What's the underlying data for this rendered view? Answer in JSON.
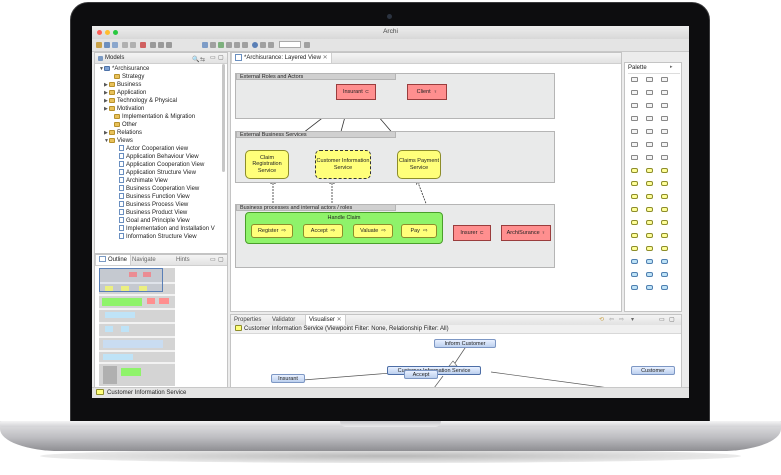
{
  "window": {
    "title": "Archi"
  },
  "toolbar": {
    "zoom_value": ""
  },
  "models": {
    "tab_label": "Models",
    "root": "*Archisurance",
    "items": [
      {
        "label": "Strategy",
        "kind": "folder",
        "indent": 2,
        "twisty": ""
      },
      {
        "label": "Business",
        "kind": "folder",
        "indent": 1,
        "twisty": "▶"
      },
      {
        "label": "Application",
        "kind": "folder",
        "indent": 1,
        "twisty": "▶"
      },
      {
        "label": "Technology & Physical",
        "kind": "folder",
        "indent": 1,
        "twisty": "▶"
      },
      {
        "label": "Motivation",
        "kind": "folder",
        "indent": 1,
        "twisty": "▶"
      },
      {
        "label": "Implementation & Migration",
        "kind": "folder",
        "indent": 2,
        "twisty": ""
      },
      {
        "label": "Other",
        "kind": "folder",
        "indent": 2,
        "twisty": ""
      },
      {
        "label": "Relations",
        "kind": "folder",
        "indent": 1,
        "twisty": "▶"
      },
      {
        "label": "Views",
        "kind": "folder",
        "indent": 1,
        "twisty": "▼"
      },
      {
        "label": "Actor Cooperation view",
        "kind": "view",
        "indent": 3,
        "twisty": ""
      },
      {
        "label": "Application Behaviour View",
        "kind": "view",
        "indent": 3,
        "twisty": ""
      },
      {
        "label": "Application Cooperation View",
        "kind": "view",
        "indent": 3,
        "twisty": ""
      },
      {
        "label": "Application Structure View",
        "kind": "view",
        "indent": 3,
        "twisty": ""
      },
      {
        "label": "Archimate View",
        "kind": "view",
        "indent": 3,
        "twisty": ""
      },
      {
        "label": "Business Cooperation View",
        "kind": "view",
        "indent": 3,
        "twisty": ""
      },
      {
        "label": "Business Function View",
        "kind": "view",
        "indent": 3,
        "twisty": ""
      },
      {
        "label": "Business Process View",
        "kind": "view",
        "indent": 3,
        "twisty": ""
      },
      {
        "label": "Business Product View",
        "kind": "view",
        "indent": 3,
        "twisty": ""
      },
      {
        "label": "Goal and Principle View",
        "kind": "view",
        "indent": 3,
        "twisty": ""
      },
      {
        "label": "Implementation and Installation V",
        "kind": "view",
        "indent": 3,
        "twisty": ""
      },
      {
        "label": "Information Structure View",
        "kind": "view",
        "indent": 3,
        "twisty": ""
      }
    ]
  },
  "outline_tabs": {
    "outline": "Outline",
    "navigate": "Navigate",
    "hints": "Hints"
  },
  "editor": {
    "tab_label": "*Archisurance: Layered View",
    "groups": {
      "roles": "External Roles and Actors",
      "services": "External Business Services",
      "processes": "Business processes and internal actors / roles"
    },
    "elements": {
      "insurant": "Insurant",
      "client": "Client",
      "claim_reg": "Claim Registration Service",
      "cust_info": "Customer Information Service",
      "claims_pay": "Claims Payment Service",
      "handle_claim": "Handle Claim",
      "register": "Register",
      "accept": "Accept",
      "valuate": "Valuate",
      "pay": "Pay",
      "insurer": "Insurer",
      "archisurance": "ArchiSurance"
    }
  },
  "palette": {
    "title": "Palette"
  },
  "bottom_tabs": {
    "properties": "Properties",
    "validator": "Validator",
    "visualiser": "Visualiser"
  },
  "visualiser": {
    "header": "Customer Information Service (Viewpoint Filter: None, Relationship Filter: All)",
    "nodes": {
      "inform_customer": "Inform Customer",
      "cust_info": "Customer Information Service",
      "insurant": "Insurant",
      "accept": "Accept",
      "customer": "Customer"
    }
  },
  "status": {
    "text": "Customer Information Service"
  },
  "colors": {
    "actor": "#ff8f8f",
    "service": "#ffff7a",
    "process_group": "#8ff36a",
    "laptop_bezel": "#0d0d0f"
  }
}
